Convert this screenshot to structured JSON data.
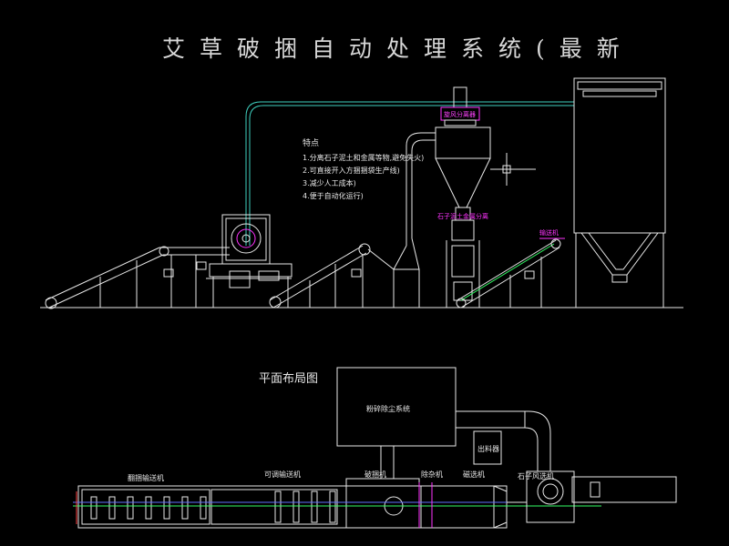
{
  "title": "艾草破捆自动处理系统(最新",
  "notes": {
    "heading": "特点",
    "items": [
      "1.分离石子泥土和金属等物,避免失火)",
      "2.可直接开入方捆捆袋生产线)",
      "3.减少人工成本)",
      "4.便于自动化运行)"
    ]
  },
  "magenta_labels": {
    "cyclone_box": "旋风分离器",
    "cyclone_side": "石子泥土金属分离",
    "conveyor_tag": "输送机"
  },
  "plan": {
    "title": "平面布局图",
    "room_label": "粉碎除尘系统",
    "hopper_label": "出料器",
    "labels": [
      "翻捆输送机",
      "可调输送机",
      "破捆机",
      "除杂机",
      "磁选机",
      "石子风选机"
    ]
  },
  "colors": {
    "background": "#000000",
    "line": "#e8e8e8",
    "cyan": "#3fd0c0",
    "magenta": "#ff33ff",
    "green": "#33ff66",
    "red": "#ff4040",
    "blue": "#6070ff"
  }
}
